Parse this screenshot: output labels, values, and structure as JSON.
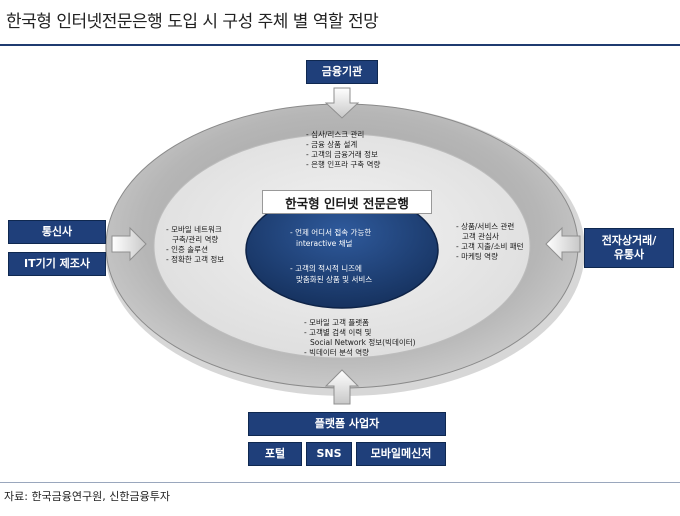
{
  "title": "한국형 인터넷전문은행 도입 시 구성 주체 별 역할 전망",
  "center": {
    "title": "한국형 인터넷 전문은행",
    "points": [
      "- 언제 어디서 접속 가능한",
      "interactive 채널",
      "- 고객의 적시적 니즈에",
      "맞춤화된 상품 및 서비스"
    ]
  },
  "actors": {
    "top": "금융기관",
    "left_1": "통신사",
    "left_2": "IT기기 제조사",
    "right_line1": "전자상거래/",
    "right_line2": "유통사",
    "bottom_main": "플랫폼 사업자",
    "bottom_sub": [
      "포털",
      "SNS",
      "모바일메신저"
    ]
  },
  "roles": {
    "top": [
      "- 심사/리스크 관리",
      "- 금융 상품 설계",
      "- 고객의 금융거래 정보",
      "- 은행 인프라 구축 역량"
    ],
    "left": [
      "- 모바일 네트워크",
      "구축/관리 역량",
      "- 인증 솔루션",
      "- 정확한 고객 정보"
    ],
    "right": [
      "- 상품/서비스 관련",
      "고객 관심사",
      "- 고객 지출/소비 패턴",
      "- 마케팅 역량"
    ],
    "bottom": [
      "- 모바일 고객 플랫폼",
      "- 고객별 검색 이력 및",
      "Social Network 정보(빅데이터)",
      "- 빅데이터 분석 역량"
    ]
  },
  "source": "자료: 한국금융연구원, 신한금융투자",
  "colors": {
    "navy": "#1f3f7a",
    "ring_gray": "#a9a9a9",
    "ring_light": "#e3e3e3"
  }
}
